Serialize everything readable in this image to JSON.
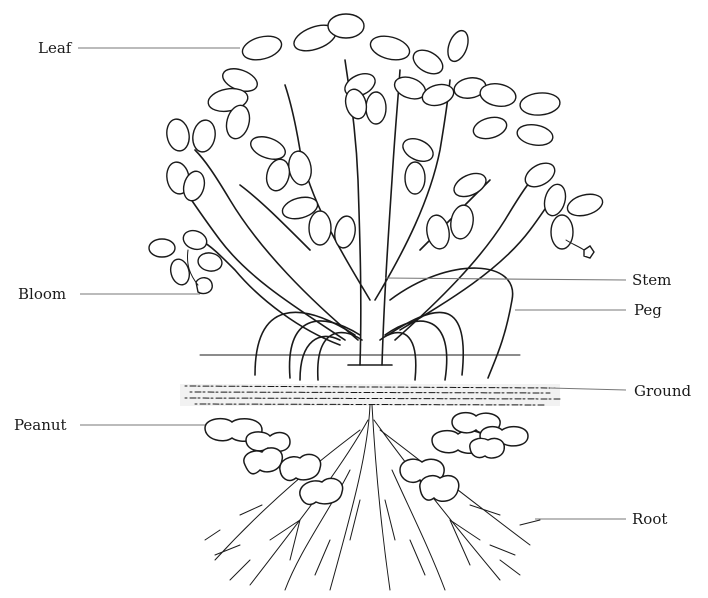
{
  "labels": {
    "leaf": "Leaf",
    "bloom": "Bloom",
    "peanut": "Peanut",
    "stem": "Stem",
    "peg": "Peg",
    "ground": "Ground",
    "root": "Root"
  }
}
